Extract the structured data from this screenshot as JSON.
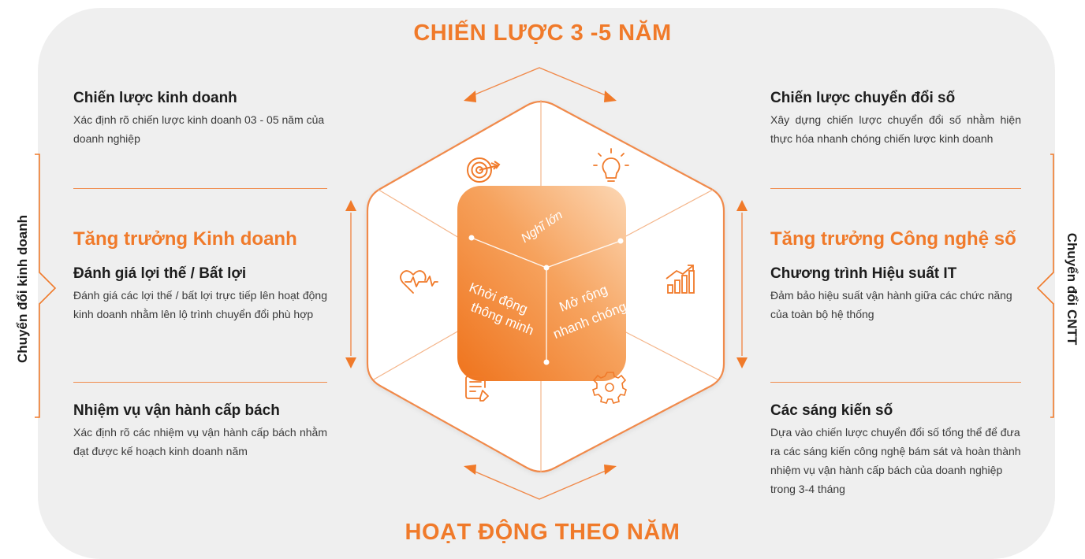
{
  "titles": {
    "top": "CHIẾN LƯỢC 3 -5 NĂM",
    "bottom": "HOẠT ĐỘNG THEO NĂM"
  },
  "side_labels": {
    "left": "Chuyển đổi kinh doanh",
    "right": "Chuyển đổi CNTT"
  },
  "left": {
    "strategy": {
      "title": "Chiến lược kinh doanh",
      "desc": "Xác định rõ chiến lược kinh doanh 03 - 05 năm của doanh nghiệp"
    },
    "section_title": "Tăng trưởng Kinh doanh",
    "assessment": {
      "title": "Đánh giá lợi thế / Bất lợi",
      "desc": "Đánh giá các lợi thế / bất lợi trực tiếp lên hoạt động kinh doanh nhằm lên lộ trình chuyển đổi phù hợp"
    },
    "tasks": {
      "title": "Nhiệm vụ vận hành cấp bách",
      "desc": "Xác định rõ các nhiệm vụ vận hành cấp bách nhằm đạt được kế hoạch kinh doanh năm"
    }
  },
  "right": {
    "strategy": {
      "title": "Chiến lược chuyển đổi số",
      "desc": "Xây dựng chiến lược chuyển đổi số nhằm hiện thực hóa nhanh chóng chiến lược kinh doanh"
    },
    "section_title": "Tăng trưởng Công nghệ số",
    "program": {
      "title": "Chương trình Hiệu suất IT",
      "desc": "Đảm bảo hiệu suất vận hành giữa các chức năng của toàn bộ hệ thống"
    },
    "initiatives": {
      "title": "Các sáng kiến số",
      "desc": "Dựa vào chiến lược chuyển đổi số tổng thể để đưa ra các sáng kiến công nghệ bám sát và hoàn thành nhiệm vụ vận hành cấp bách của doanh nghiệp trong 3-4 tháng"
    }
  },
  "cube": {
    "top_face": "Nghĩ lớn",
    "left_face_line1": "Khởi động",
    "left_face_line2": "thông minh",
    "right_face_line1": "Mở rộng",
    "right_face_line2": "nhanh chóng"
  },
  "icons": [
    "target-icon",
    "lightbulb-icon",
    "growth-chart-icon",
    "gear-icon",
    "document-edit-icon",
    "heart-pulse-icon"
  ],
  "colors": {
    "accent": "#f07a2a",
    "panel": "#efefef",
    "hex_fill": "#ffffff",
    "cube_light": "#fbc79a",
    "cube_dark": "#f0781f"
  }
}
